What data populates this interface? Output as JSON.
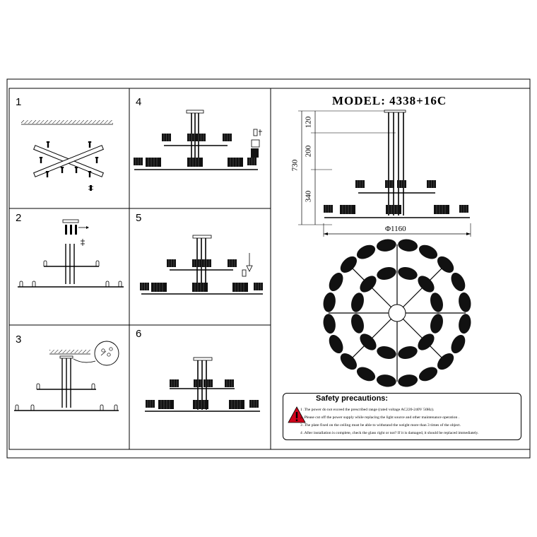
{
  "steps": [
    "1",
    "2",
    "3",
    "4",
    "5",
    "6"
  ],
  "model": {
    "title": "MODEL: 4338+16C"
  },
  "dimensions": {
    "d120": "120",
    "d200": "200",
    "d730": "730",
    "d340": "340",
    "diameter": "Φ1160"
  },
  "safety": {
    "title": "Safety precautions:",
    "lines": [
      "1 .The power do not exceed  the prescribed range (rated voltage AC220-240V  50Hz).",
      "2 .Please cut off the power supply while replacing  the light source and other maintenance operation .",
      "3 .The plate fixed on the ceiling must be able to withstand the weight more than 3 times of the object.",
      "4 .After installation is complete, check the glass right or not? If it is damaged, it should be replaced immediately."
    ]
  },
  "colors": {
    "line": "#000000",
    "warning_red": "#d0021b",
    "background": "#ffffff"
  },
  "icons": [
    "warning-icon",
    "screw-icon",
    "ceiling-hatch-icon",
    "arrow-down-icon",
    "lamp-shade-icon",
    "bulb-icon"
  ]
}
